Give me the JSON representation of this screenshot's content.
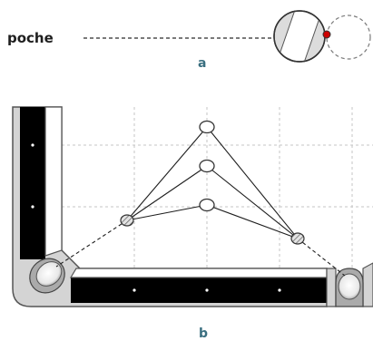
{
  "labels": {
    "poche": "poche",
    "panel_a": "a",
    "panel_b": "b"
  },
  "colors": {
    "label_accent": "#3a6f80",
    "cushion_black": "#000000",
    "rail_grey": "#cfcfcf",
    "ball_grey": "#d2d2d2",
    "contact_red": "#cc0000",
    "grid": "#c4c4c4"
  }
}
